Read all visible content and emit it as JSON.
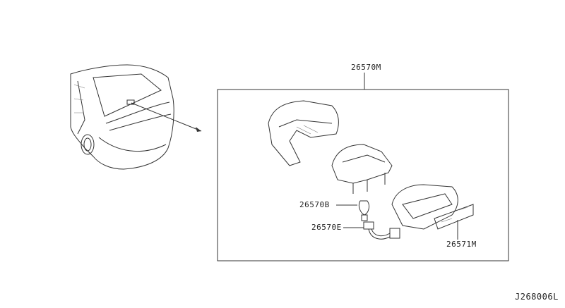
{
  "labels": {
    "assembly": "26570M",
    "bulb": "26570B",
    "socket": "26570E",
    "lens": "26571M",
    "diagram_id": "J268006L"
  },
  "colors": {
    "line": "#333333",
    "background": "#ffffff"
  }
}
